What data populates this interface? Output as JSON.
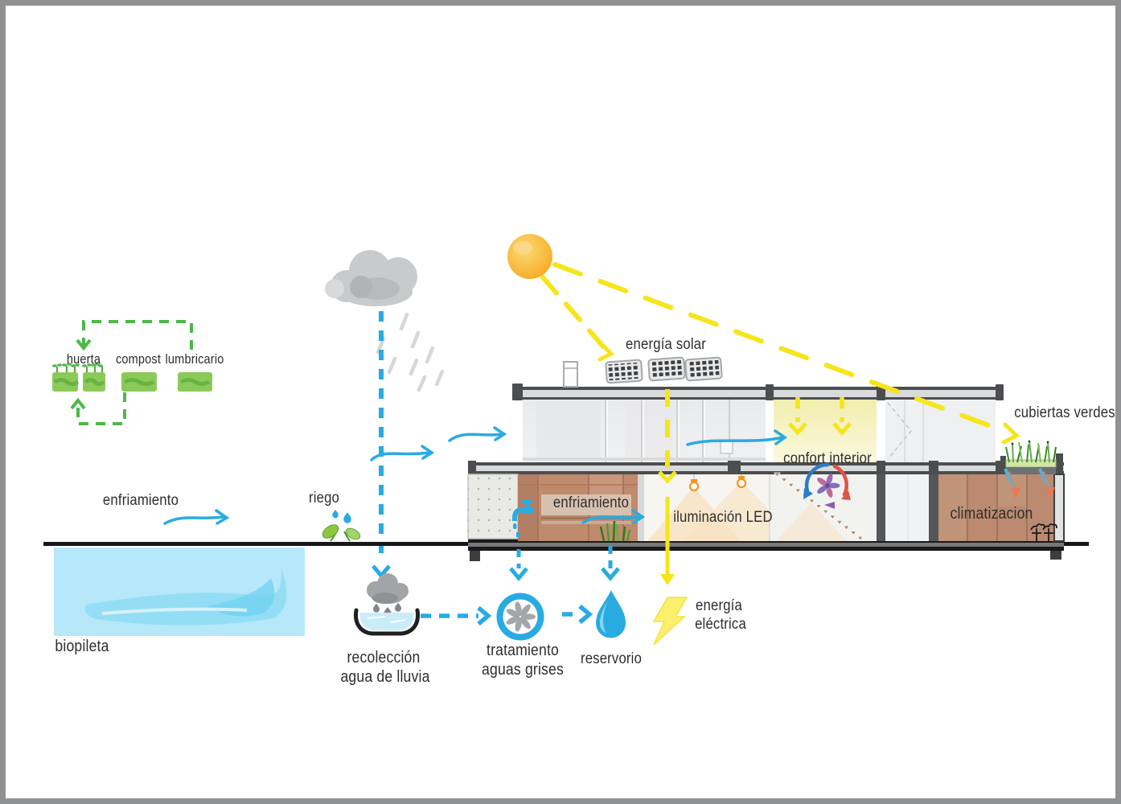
{
  "palette": {
    "water_blue": "#29abe2",
    "cycle_green": "#4db848",
    "sun_yellow": "#f6a622",
    "ray_yellow": "#f6e51c",
    "terracotta": "#bb8a70",
    "cloud_gray": "#c9cacc",
    "slab_dark": "#4c4d4f",
    "pond_blue": "#b6e8f9"
  },
  "garden_cycle": {
    "huerta": "huerta",
    "compost": "compost",
    "lumbricario": "lumbricario"
  },
  "site": {
    "enfriamiento": "enfriamiento",
    "riego": "riego",
    "biopileta": "biopileta"
  },
  "house": {
    "energia_solar": "energía solar",
    "confort_interior": "confort interior",
    "enfriamiento": "enfriamiento",
    "iluminacion_led": "iluminación LED",
    "climatizacion": "climatizacion",
    "cubiertas_verdes": "cubiertas verdes"
  },
  "water": {
    "recoleccion_1": "recolección",
    "recoleccion_2": "agua de lluvia",
    "tratamiento_1": "tratamiento",
    "tratamiento_2": "aguas grises",
    "reservorio": "reservorio"
  },
  "energy": {
    "electrica_1": "energía",
    "electrica_2": "eléctrica"
  },
  "icons": {
    "sun-icon": "circle",
    "rain-cloud-icon": "cloud",
    "rain-collection-icon": "cloud-over-bowl",
    "solar-panel-icon": "cell-grid-panel",
    "greywater-treatment-icon": "ring-turbine",
    "reservoir-drop-icon": "water-drop",
    "lightning-icon": "bolt",
    "faucet-icon": "faucet",
    "ceiling-fan-icon": "pinwheel-with-arrows",
    "led-bulb-icon": "bulb",
    "grass-icon": "grass-blades",
    "riego-leaves-icon": "leaves-with-drops",
    "garden-bed-icon": "green-bed"
  }
}
